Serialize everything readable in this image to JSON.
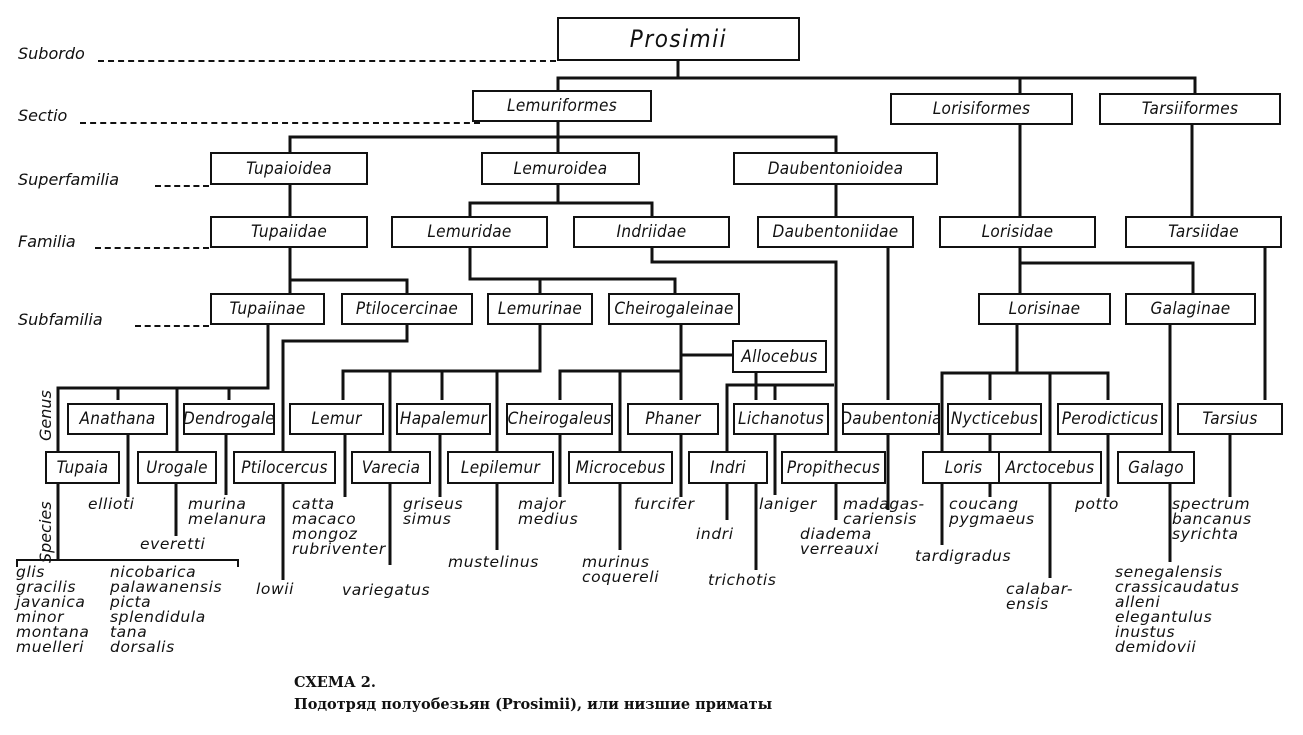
{
  "ranks": {
    "subordo": "Subordo",
    "sectio": "Sectio",
    "superfamilia": "Superfamilia",
    "familia": "Familia",
    "subfamilia": "Subfamilia",
    "genus": "Genus",
    "species": "Species"
  },
  "taxa": {
    "prosimii": "Prosimii",
    "lemuriformes": "Lemuriformes",
    "lorisiformes": "Lorisiformes",
    "tarsiiformes": "Tarsiiformes",
    "tupaioidea": "Tupaioidea",
    "lemuroidea": "Lemuroidea",
    "daubentonioidea": "Daubentonioidea",
    "tupaiidae": "Tupaiidae",
    "lemuridae": "Lemuridae",
    "indriidae": "Indriidae",
    "daubentoniidae": "Daubentoniidae",
    "lorisidae": "Lorisidae",
    "tarsiidae": "Tarsiidae",
    "tupaiinae": "Tupaiinae",
    "ptilocercinae": "Ptilocercinae",
    "lemurinae": "Lemurinae",
    "cheirogaleinae": "Cheirogaleinae",
    "lorisinae": "Lorisinae",
    "galaginae": "Galaginae",
    "allocebus": "Allocebus",
    "anathana": "Anathana",
    "dendrogale": "Dendrogale",
    "lemur": "Lemur",
    "hapalemur": "Hapalemur",
    "cheirogaleus": "Cheirogaleus",
    "phaner": "Phaner",
    "lichanotus": "Lichanotus",
    "daubentonia": "Daubentonia",
    "nycticebus": "Nycticebus",
    "perodicticus": "Perodicticus",
    "tarsius": "Tarsius",
    "tupaia": "Tupaia",
    "urogale": "Urogale",
    "ptilocercus": "Ptilocercus",
    "varecia": "Varecia",
    "lepilemur": "Lepilemur",
    "microcebus": "Microcebus",
    "indri": "Indri",
    "propithecus": "Propithecus",
    "loris": "Loris",
    "arctocebus": "Arctocebus",
    "galago": "Galago"
  },
  "species": {
    "anathana": "ellioti",
    "dendrogale": "murina\nmelanura",
    "urogale": "everetti",
    "tupaia_col1": "glis\ngracilis\njavanica\nminor\nmontana\nmuelleri",
    "tupaia_col2": "nicobarica\npalawanensis\npicta\nsplendidula\ntana\ndorsalis",
    "ptilocercus": "lowii",
    "lemur": "catta\nmacaco\nmongoz\nrubriventer",
    "varecia": "variegatus",
    "hapalemur": "griseus\nsimus",
    "lepilemur": "mustelinus",
    "cheirogaleus": "major\nmedius",
    "microcebus": "murinus\ncoquereli",
    "phaner": "furcifer",
    "indri": "indri",
    "lichanotus": "laniger",
    "allocebus": "trichotis",
    "propithecus": "diadema\nverreauxi",
    "daubentonia": "madagas-\ncariensis",
    "nycticebus": "coucang\npygmaeus",
    "loris": "tardigradus",
    "arctocebus": "calabar-\nensis",
    "perodicticus": "potto",
    "tarsius": "spectrum\nbancanus\nsyrichta",
    "galago": "senegalensis\ncrassicaudatus\nalleni\nelegantulus\ninustus\ndemidovii"
  },
  "caption": {
    "label": "СХЕМА 2.",
    "title": "Подотряд полуобезьян (Prosimii), или низшие приматы"
  }
}
